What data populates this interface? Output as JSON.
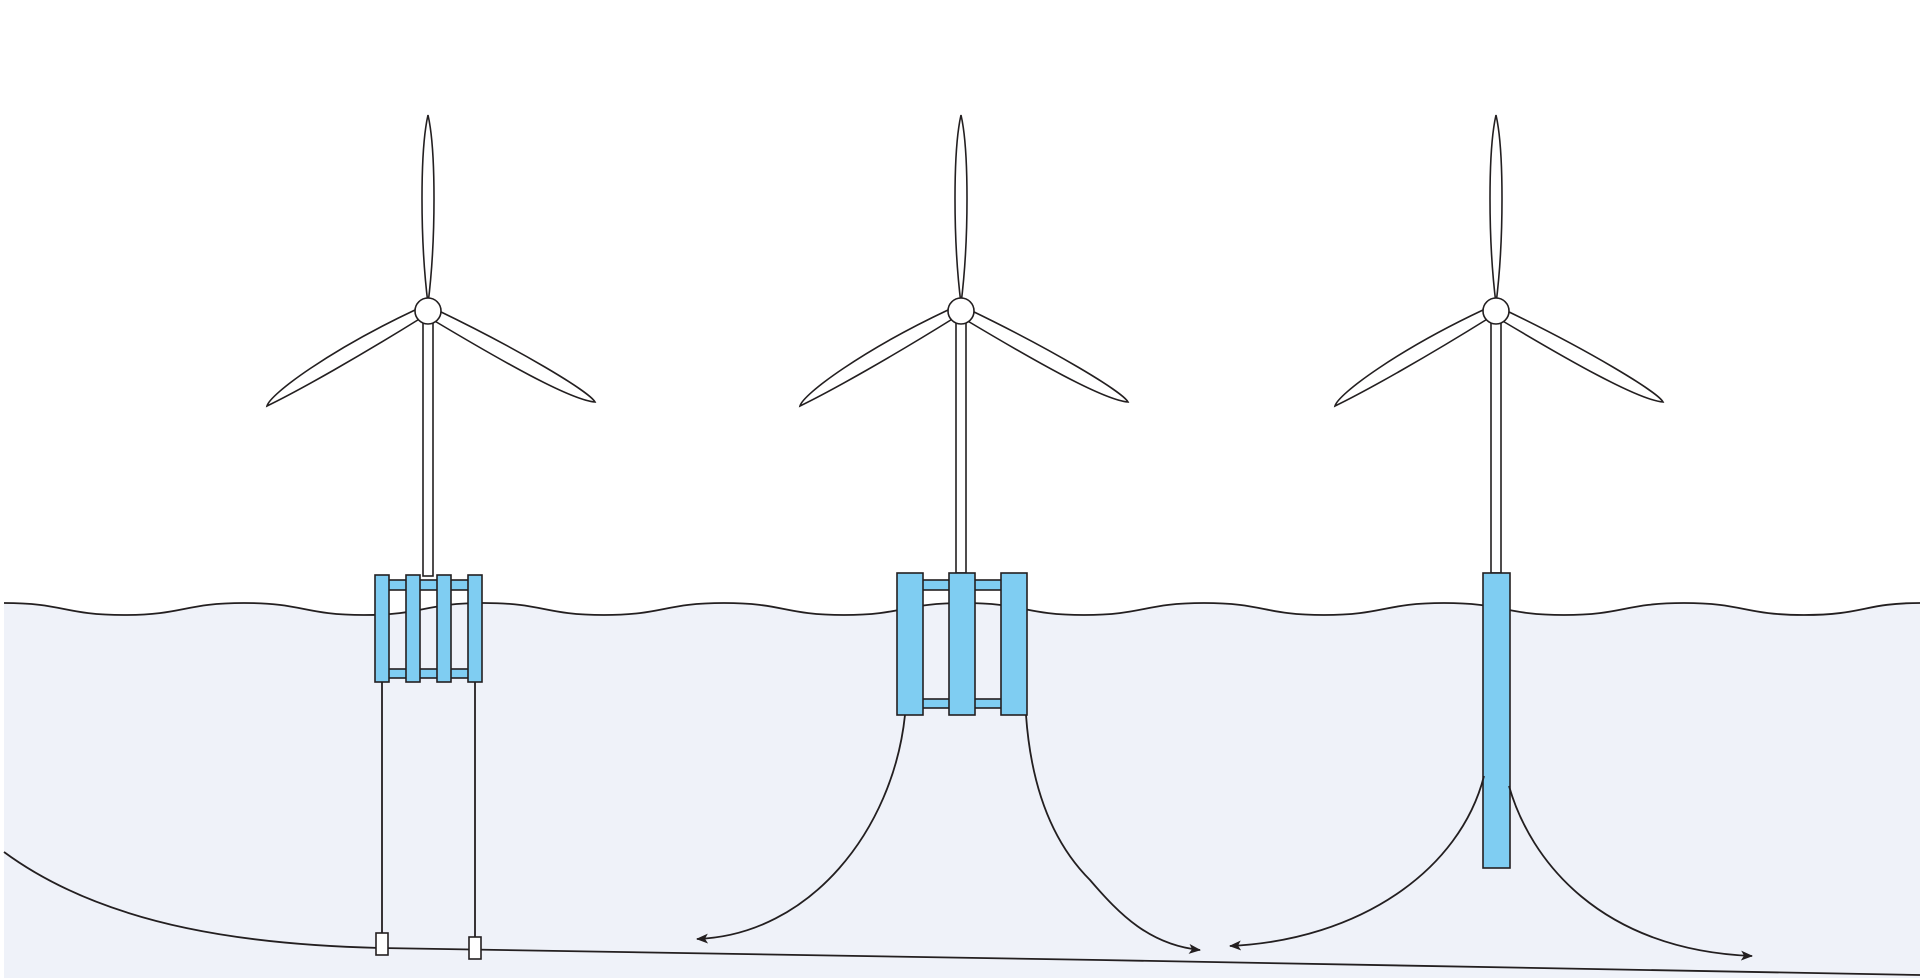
{
  "diagram": {
    "subject": "floating-offshore-wind-turbine-types",
    "colors": {
      "sea_fill": "#eff2f9",
      "line": "#231f20",
      "float_fill": "#7fcdf2",
      "turbine_fill": "#ffffff",
      "background": "#ffffff"
    },
    "turbines": [
      {
        "id": "tension-leg-platform",
        "float_style": "four-column-frame",
        "mooring": "vertical-tendons"
      },
      {
        "id": "semi-submersible",
        "float_style": "three-column-frame",
        "mooring": "catenary-lines"
      },
      {
        "id": "spar",
        "float_style": "single-spar-column",
        "mooring": "catenary-lines"
      }
    ]
  }
}
